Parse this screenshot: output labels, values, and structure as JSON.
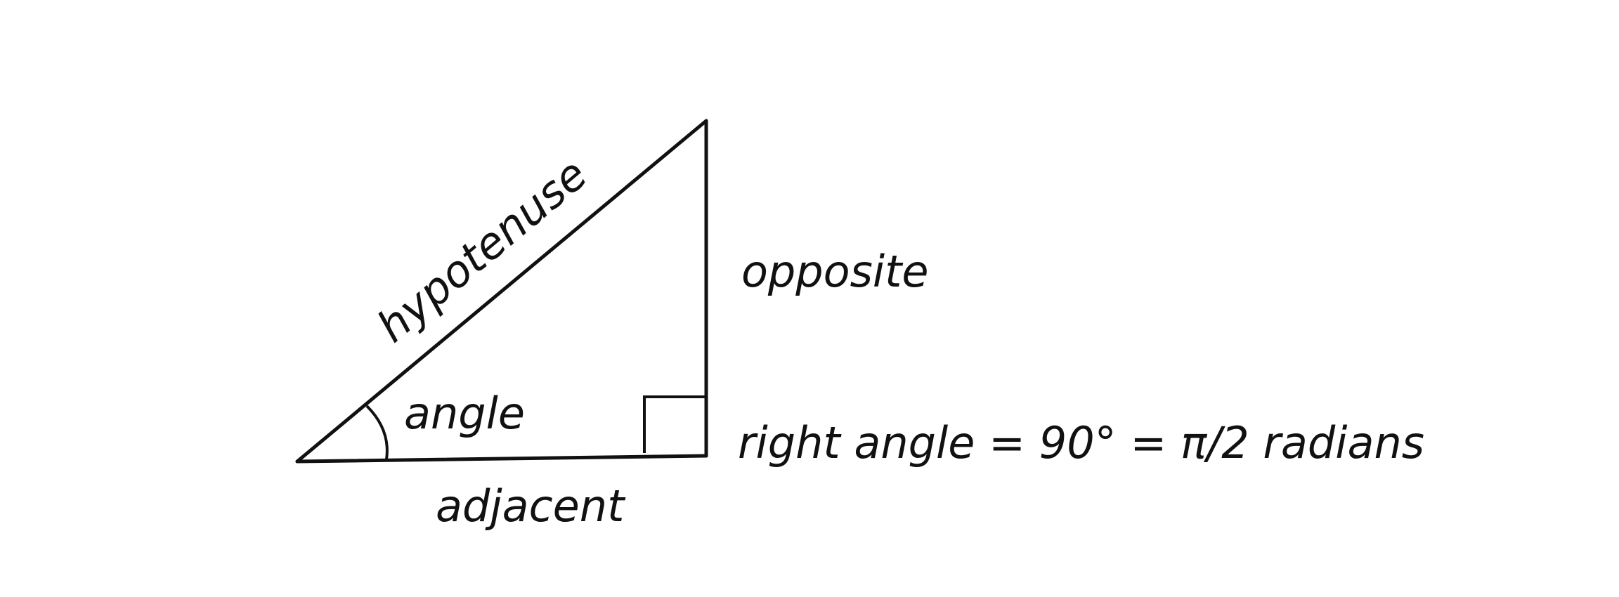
{
  "diagram": {
    "labels": {
      "hypotenuse": "hypotenuse",
      "opposite": "opposite",
      "angle": "angle",
      "adjacent": "adjacent",
      "right_angle": "right angle = 90° = π/2 radians"
    },
    "colors": {
      "stroke": "#111111",
      "background": "#ffffff"
    }
  }
}
